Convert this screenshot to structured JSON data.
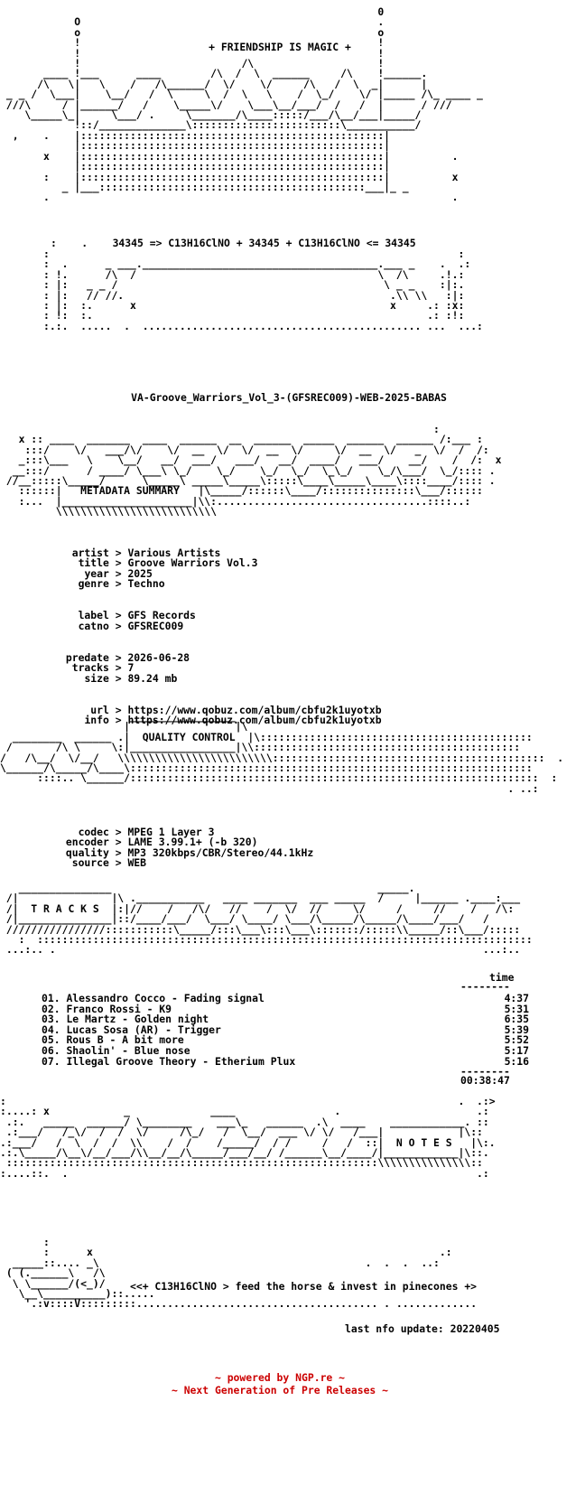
{
  "banner": {
    "tagline": "+ FRIENDSHIP IS MAGIC +",
    "formula": "34345 => C13H16ClNO + 34345 + C13H16ClNO <= 34345"
  },
  "release": {
    "name": "VA-Groove_Warriors_Vol_3-(GFSREC009)-WEB-2025-BABAS"
  },
  "sections": {
    "metadata": "METADATA SUMMARY",
    "quality": "QUALITY CONTROL",
    "tracks": "T R A C K S",
    "notes": "N O T E S"
  },
  "metadata": {
    "artist_label": "artist",
    "artist": "Various Artists",
    "title_label": "title",
    "title": "Groove Warriors Vol.3",
    "year_label": "year",
    "year": "2025",
    "genre_label": "genre",
    "genre": "Techno",
    "label_label": "label",
    "label": "GFS Records",
    "catno_label": "catno",
    "catno": "GFSREC009",
    "predate_label": "predate",
    "predate": "2026-06-28",
    "tracks_label": "tracks",
    "tracks": "7",
    "size_label": "size",
    "size": "89.24 mb",
    "url_label": "url",
    "url": "https://www.qobuz.com/album/cbfu2k1uyotxb",
    "info_label": "info",
    "info": "https://www.qobuz.com/album/cbfu2k1uyotxb"
  },
  "quality": {
    "codec_label": "codec",
    "codec": "MPEG 1 Layer 3",
    "encoder_label": "encoder",
    "encoder": "LAME 3.99.1+ (-b 320)",
    "quality_label": "quality",
    "quality": "MP3 320kbps/CBR/Stereo/44.1kHz",
    "source_label": "source",
    "source": "WEB"
  },
  "tracklist": {
    "time_header": "time",
    "rule": "--------",
    "items": [
      {
        "num": "01.",
        "title": "Alessandro Cocco - Fading signal",
        "time": "4:37"
      },
      {
        "num": "02.",
        "title": "Franco Rossi - K9",
        "time": "5:31"
      },
      {
        "num": "03.",
        "title": "Le Martz - Golden night",
        "time": "6:35"
      },
      {
        "num": "04.",
        "title": "Lucas Sosa (AR) - Trigger",
        "time": "5:39"
      },
      {
        "num": "05.",
        "title": "Rous B - A bit more",
        "time": "5:52"
      },
      {
        "num": "06.",
        "title": "Shaolin' - Blue nose",
        "time": "5:17"
      },
      {
        "num": "07.",
        "title": "Illegal Groove Theory - Etherium Plux",
        "time": "5:16"
      }
    ],
    "total": "00:38:47"
  },
  "footer": {
    "motto": "<<+ C13H16ClNO > feed the horse & invest in pinecones +>",
    "last_update": "last nfo update: 20220405",
    "powered": "~ powered by NGP.re ~",
    "ngp": "~ Next Generation of Pre Releases ~"
  }
}
